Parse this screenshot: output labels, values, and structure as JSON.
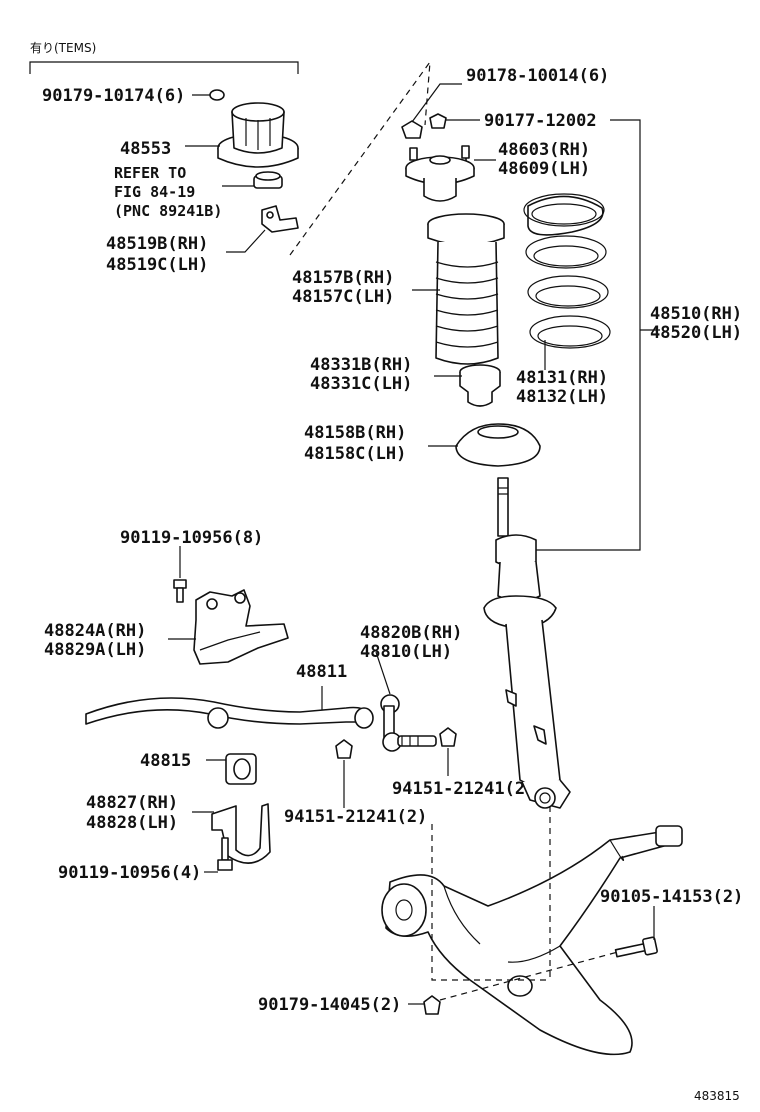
{
  "header_note": "有り(TEMS)",
  "figure_code": "483815",
  "labels": {
    "p90179_10174": "90179-10174(6)",
    "p48553": "48553",
    "refer_1": "REFER TO",
    "refer_2": "FIG 84-19",
    "refer_3": "(PNC 89241B)",
    "p48519b": "48519B(RH)",
    "p48519c": "48519C(LH)",
    "p90178_10014": "90178-10014(6)",
    "p90177_12002": "90177-12002",
    "p48603": "48603(RH)",
    "p48609": "48609(LH)",
    "p48157b": "48157B(RH)",
    "p48157c": "48157C(LH)",
    "p48510": "48510(RH)",
    "p48520": "48520(LH)",
    "p48331b": "48331B(RH)",
    "p48331c": "48331C(LH)",
    "p48131": "48131(RH)",
    "p48132": "48132(LH)",
    "p48158b": "48158B(RH)",
    "p48158c": "48158C(LH)",
    "p90119_8": "90119-10956(8)",
    "p48824a": "48824A(RH)",
    "p48829a": "48829A(LH)",
    "p48820b": "48820B(RH)",
    "p48810": "48810(LH)",
    "p48811": "48811",
    "p48815": "48815",
    "p94151_a": "94151-21241(2",
    "p94151_b": "94151-21241(2)",
    "p48827": "48827(RH)",
    "p48828": "48828(LH)",
    "p90119_4": "90119-10956(4)",
    "p90105": "90105-14153(2)",
    "p90179_14045": "90179-14045(2)"
  }
}
